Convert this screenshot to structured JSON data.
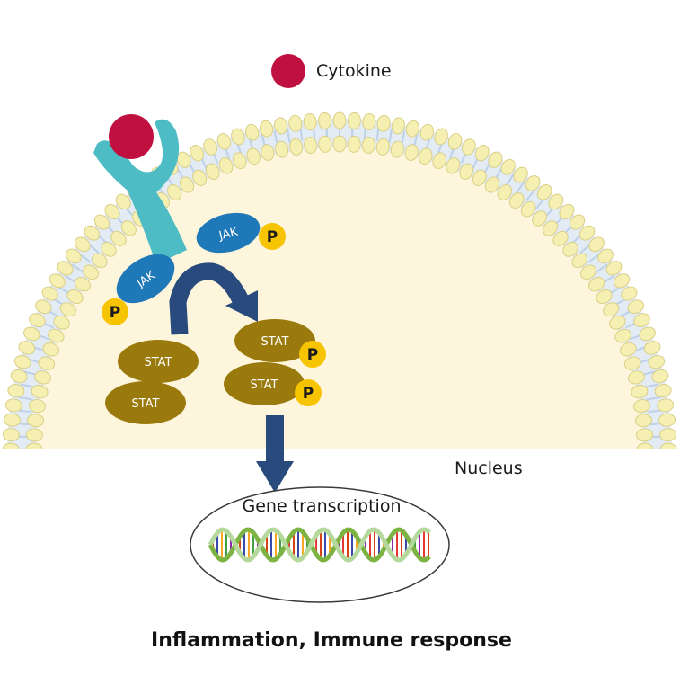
{
  "legend": {
    "cytokine_label": "Cytokine"
  },
  "labels": {
    "jak": "JAK",
    "stat": "STAT",
    "phosphate": "P",
    "nucleus": "Nucleus",
    "gene_transcription": "Gene transcription",
    "outcome": "Inflammation, Immune response"
  },
  "colors": {
    "cytokine": "#c0103f",
    "receptor": "#4dbcc4",
    "jak": "#1f78b8",
    "stat": "#9a7a0c",
    "phosphate": "#f6c400",
    "arrow": "#284a7c",
    "cytoplasm": "#fdf6dc",
    "lipid_head": "#f6efb2",
    "lipid_tail": "#bfd2e8"
  }
}
